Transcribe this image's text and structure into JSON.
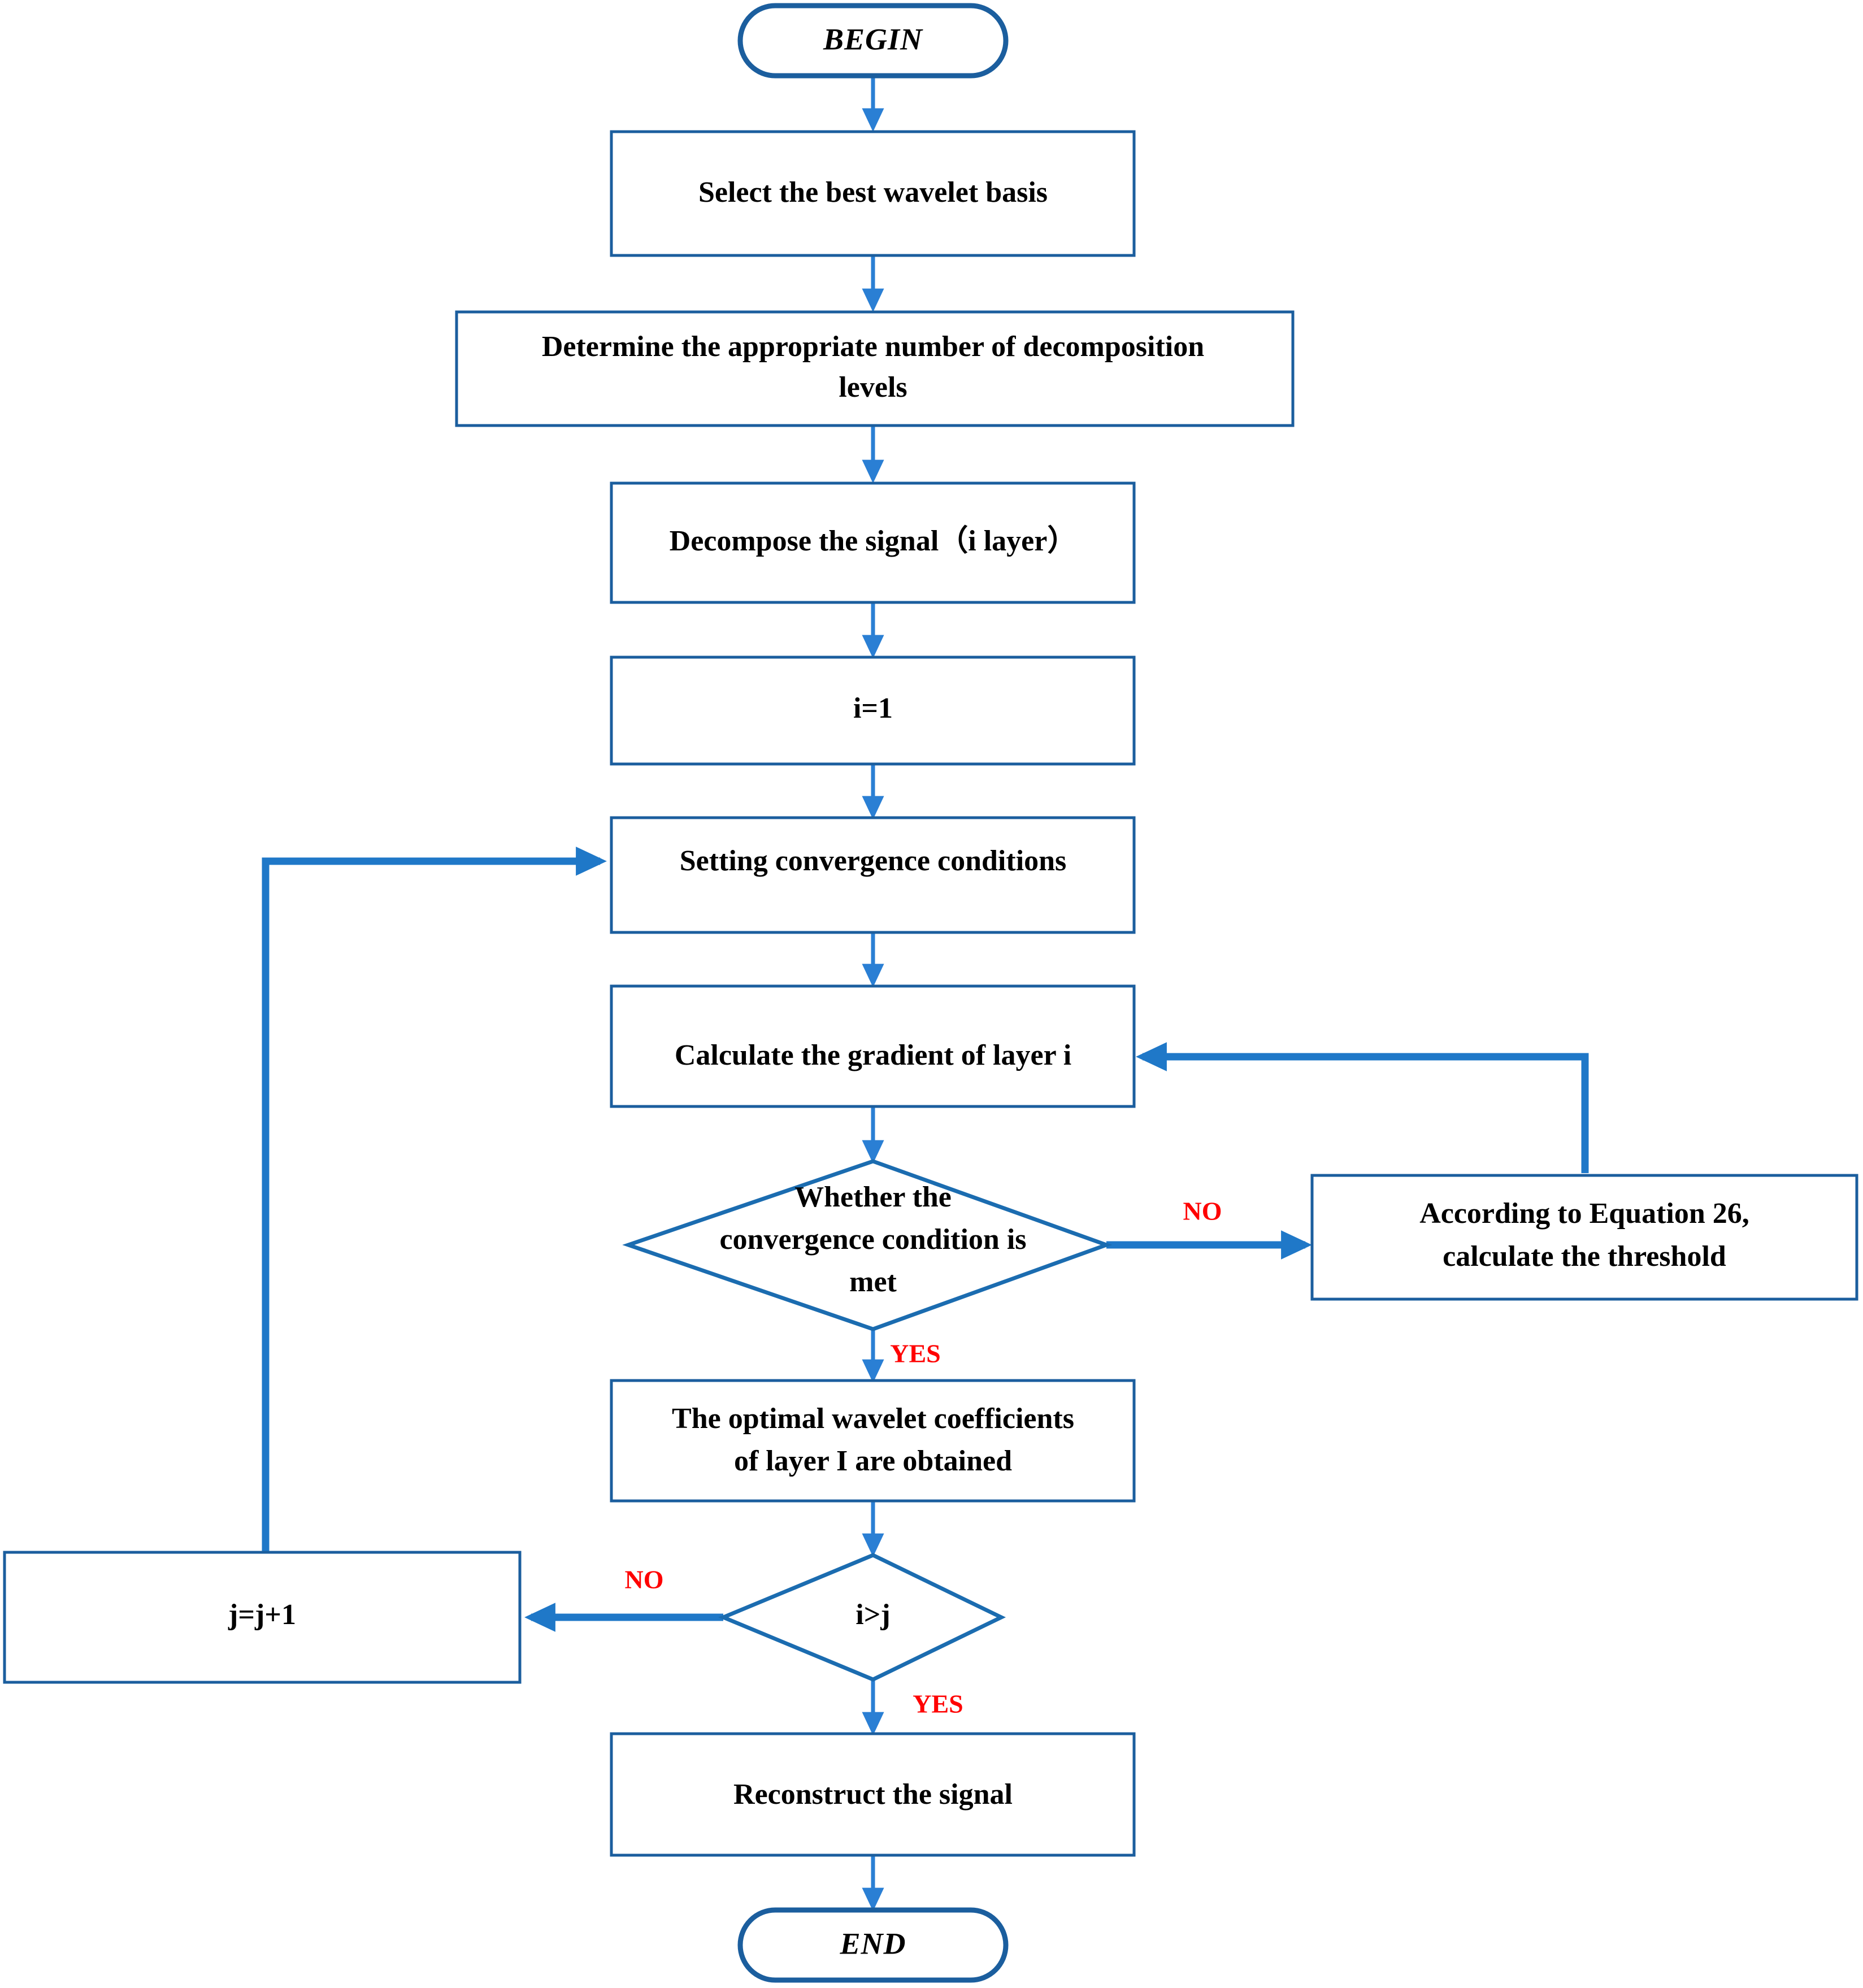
{
  "diagram": {
    "title": "Wavelet threshold denoising algorithm flowchart",
    "colors": {
      "box_border": "#1b5e9e",
      "diamond_border": "#1b6cb0",
      "connector_thin": "#2a7fd4",
      "connector_thick": "#1f78c8",
      "text": "#000000",
      "branch_label": "#ff0000",
      "background": "#ffffff"
    },
    "nodes": {
      "begin": {
        "label": "BEGIN",
        "shape": "terminator"
      },
      "select_basis": {
        "label": "Select the best wavelet basis",
        "shape": "process"
      },
      "determine_levels_line1": {
        "label": "Determine the appropriate number of decomposition",
        "shape": "process"
      },
      "determine_levels_line2": {
        "label": "levels"
      },
      "decompose": {
        "label": "Decompose the signal（i layer）",
        "shape": "process"
      },
      "init_i": {
        "label": "i=1",
        "shape": "process"
      },
      "setting_convergence": {
        "label": "Setting convergence conditions",
        "shape": "process"
      },
      "calc_gradient": {
        "label": "Calculate the gradient of layer i",
        "shape": "process"
      },
      "convergence_check_line1": {
        "label": "Whether the",
        "shape": "decision"
      },
      "convergence_check_line2": {
        "label": "convergence condition is"
      },
      "convergence_check_line3": {
        "label": "met"
      },
      "equation_line1": {
        "label": "According to Equation 26,",
        "shape": "process"
      },
      "equation_line2": {
        "label": "calculate the threshold"
      },
      "optimal_coeffs_line1": {
        "label": "The optimal wavelet coefficients",
        "shape": "process"
      },
      "optimal_coeffs_line2": {
        "label": "of layer I are obtained"
      },
      "increment_j": {
        "label": "j=j+1",
        "shape": "process"
      },
      "compare_ij": {
        "label": "i>j",
        "shape": "decision"
      },
      "reconstruct": {
        "label": "Reconstruct the signal",
        "shape": "process"
      },
      "end": {
        "label": "END",
        "shape": "terminator"
      }
    },
    "branch_labels": {
      "convergence_no": "NO",
      "convergence_yes": "YES",
      "compare_no": "NO",
      "compare_yes": "YES"
    }
  }
}
